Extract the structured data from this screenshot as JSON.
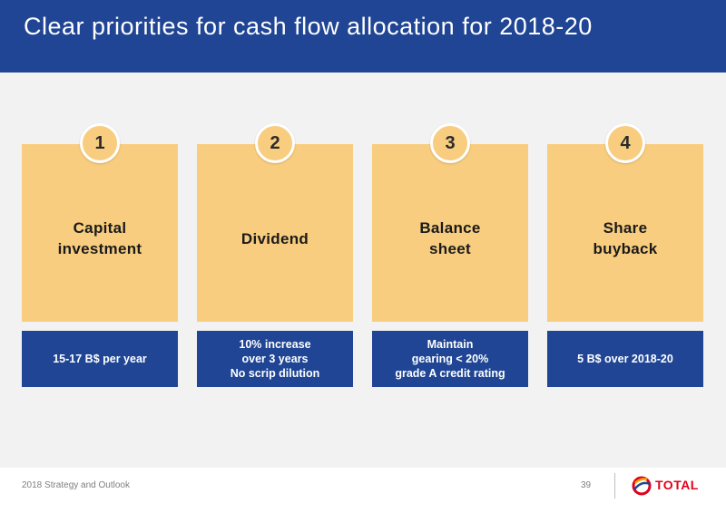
{
  "header": {
    "title": "Clear priorities for cash flow allocation for 2018-20"
  },
  "columns": [
    {
      "number": "1",
      "label": "Capital\ninvestment",
      "description": "15-17 B$ per year"
    },
    {
      "number": "2",
      "label": "Dividend",
      "description": "10% increase\nover 3 years\nNo scrip dilution"
    },
    {
      "number": "3",
      "label": "Balance\nsheet",
      "description": "Maintain\ngearing < 20%\ngrade A credit rating"
    },
    {
      "number": "4",
      "label": "Share\nbuyback",
      "description": "5 B$ over 2018-20"
    }
  ],
  "footer": {
    "text": "2018 Strategy and Outlook",
    "page_number": "39",
    "logo_text": "TOTAL"
  },
  "colors": {
    "header_blue": "#1f4594",
    "card_orange": "#f8cd7f",
    "logo_red": "#e2001a",
    "background_gray": "#f2f2f2"
  }
}
